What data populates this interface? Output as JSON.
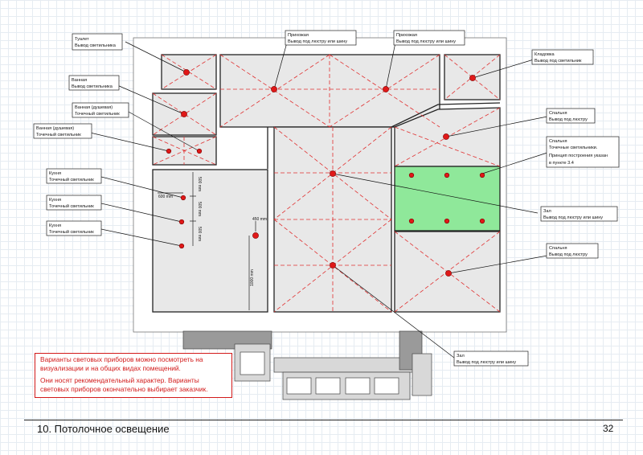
{
  "footer": {
    "title": "10. Потолочное освещение",
    "page_number": "32"
  },
  "note": {
    "paragraph1": "Варианты световых приборов можно посмотреть на визуализации и на общих видах помещений.",
    "paragraph2": "Они носят рекомендательный характер. Варианты световых приборов окончательно выбирает заказчик."
  },
  "callouts": [
    {
      "room": "Туалет",
      "fixture": "Вывод светильника"
    },
    {
      "room": "Прихожая",
      "fixture": "Вывод под люстру или шину"
    },
    {
      "room": "Прихожая",
      "fixture": "Вывод под люстру или шину"
    },
    {
      "room": "Кладовка",
      "fixture": "Вывод под светильник"
    },
    {
      "room": "Ванная",
      "fixture": "Вывод светильника"
    },
    {
      "room": "Ванная (душевая)",
      "fixture": "Точечный светильник"
    },
    {
      "room": "Ванная (душевая)",
      "fixture": "Точечный светильник"
    },
    {
      "room": "Спальня",
      "fixture": "Вывод под люстру"
    },
    {
      "room": "Спальня",
      "fixture": "Точечные светильники.",
      "extra1": "Принцип построения указан",
      "extra2": "в пункте 3.4"
    },
    {
      "room": "Кухня",
      "fixture": "Точечный светильник"
    },
    {
      "room": "Кухня",
      "fixture": "Точечный светильник"
    },
    {
      "room": "Кухня",
      "fixture": "Точечный светильник"
    },
    {
      "room": "Зал",
      "fixture": "Вывод под люстру или шину"
    },
    {
      "room": "Спальня",
      "fixture": "Вывод под люстру"
    },
    {
      "room": "Зал",
      "fixture": "Вывод под люстру или шину"
    }
  ],
  "dimensions": {
    "d600": "600 mm",
    "d500": "500 mm",
    "d450": "450 mm",
    "d1000": "1000 mm"
  },
  "colors": {
    "accent_red": "#d21a1a",
    "room_fill": "#e8e8e8",
    "highlight_green": "#8fe89a"
  }
}
